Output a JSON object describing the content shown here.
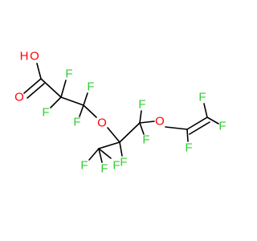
{
  "molecule": {
    "colors": {
      "fluorine": "#33cc33",
      "oxygen": "#ff0000",
      "bond": "#000000",
      "background": "#ffffff"
    },
    "atoms": {
      "oh_o": "O",
      "oh_h": "H",
      "carbonyl_o": "O",
      "f_c2_left": "F",
      "f_c2_up": "F",
      "f_c3_down": "F",
      "f_c3_up": "F",
      "ether_o1": "O",
      "f_c4_down": "F",
      "f_c5_a": "F",
      "f_c5_b": "F",
      "f_c6_left": "F",
      "f_c6_down": "F",
      "f_c6_right": "F",
      "ether_o2": "O",
      "f_c7_down": "F",
      "f_c8_top": "F",
      "f_c8_right": "F"
    }
  }
}
